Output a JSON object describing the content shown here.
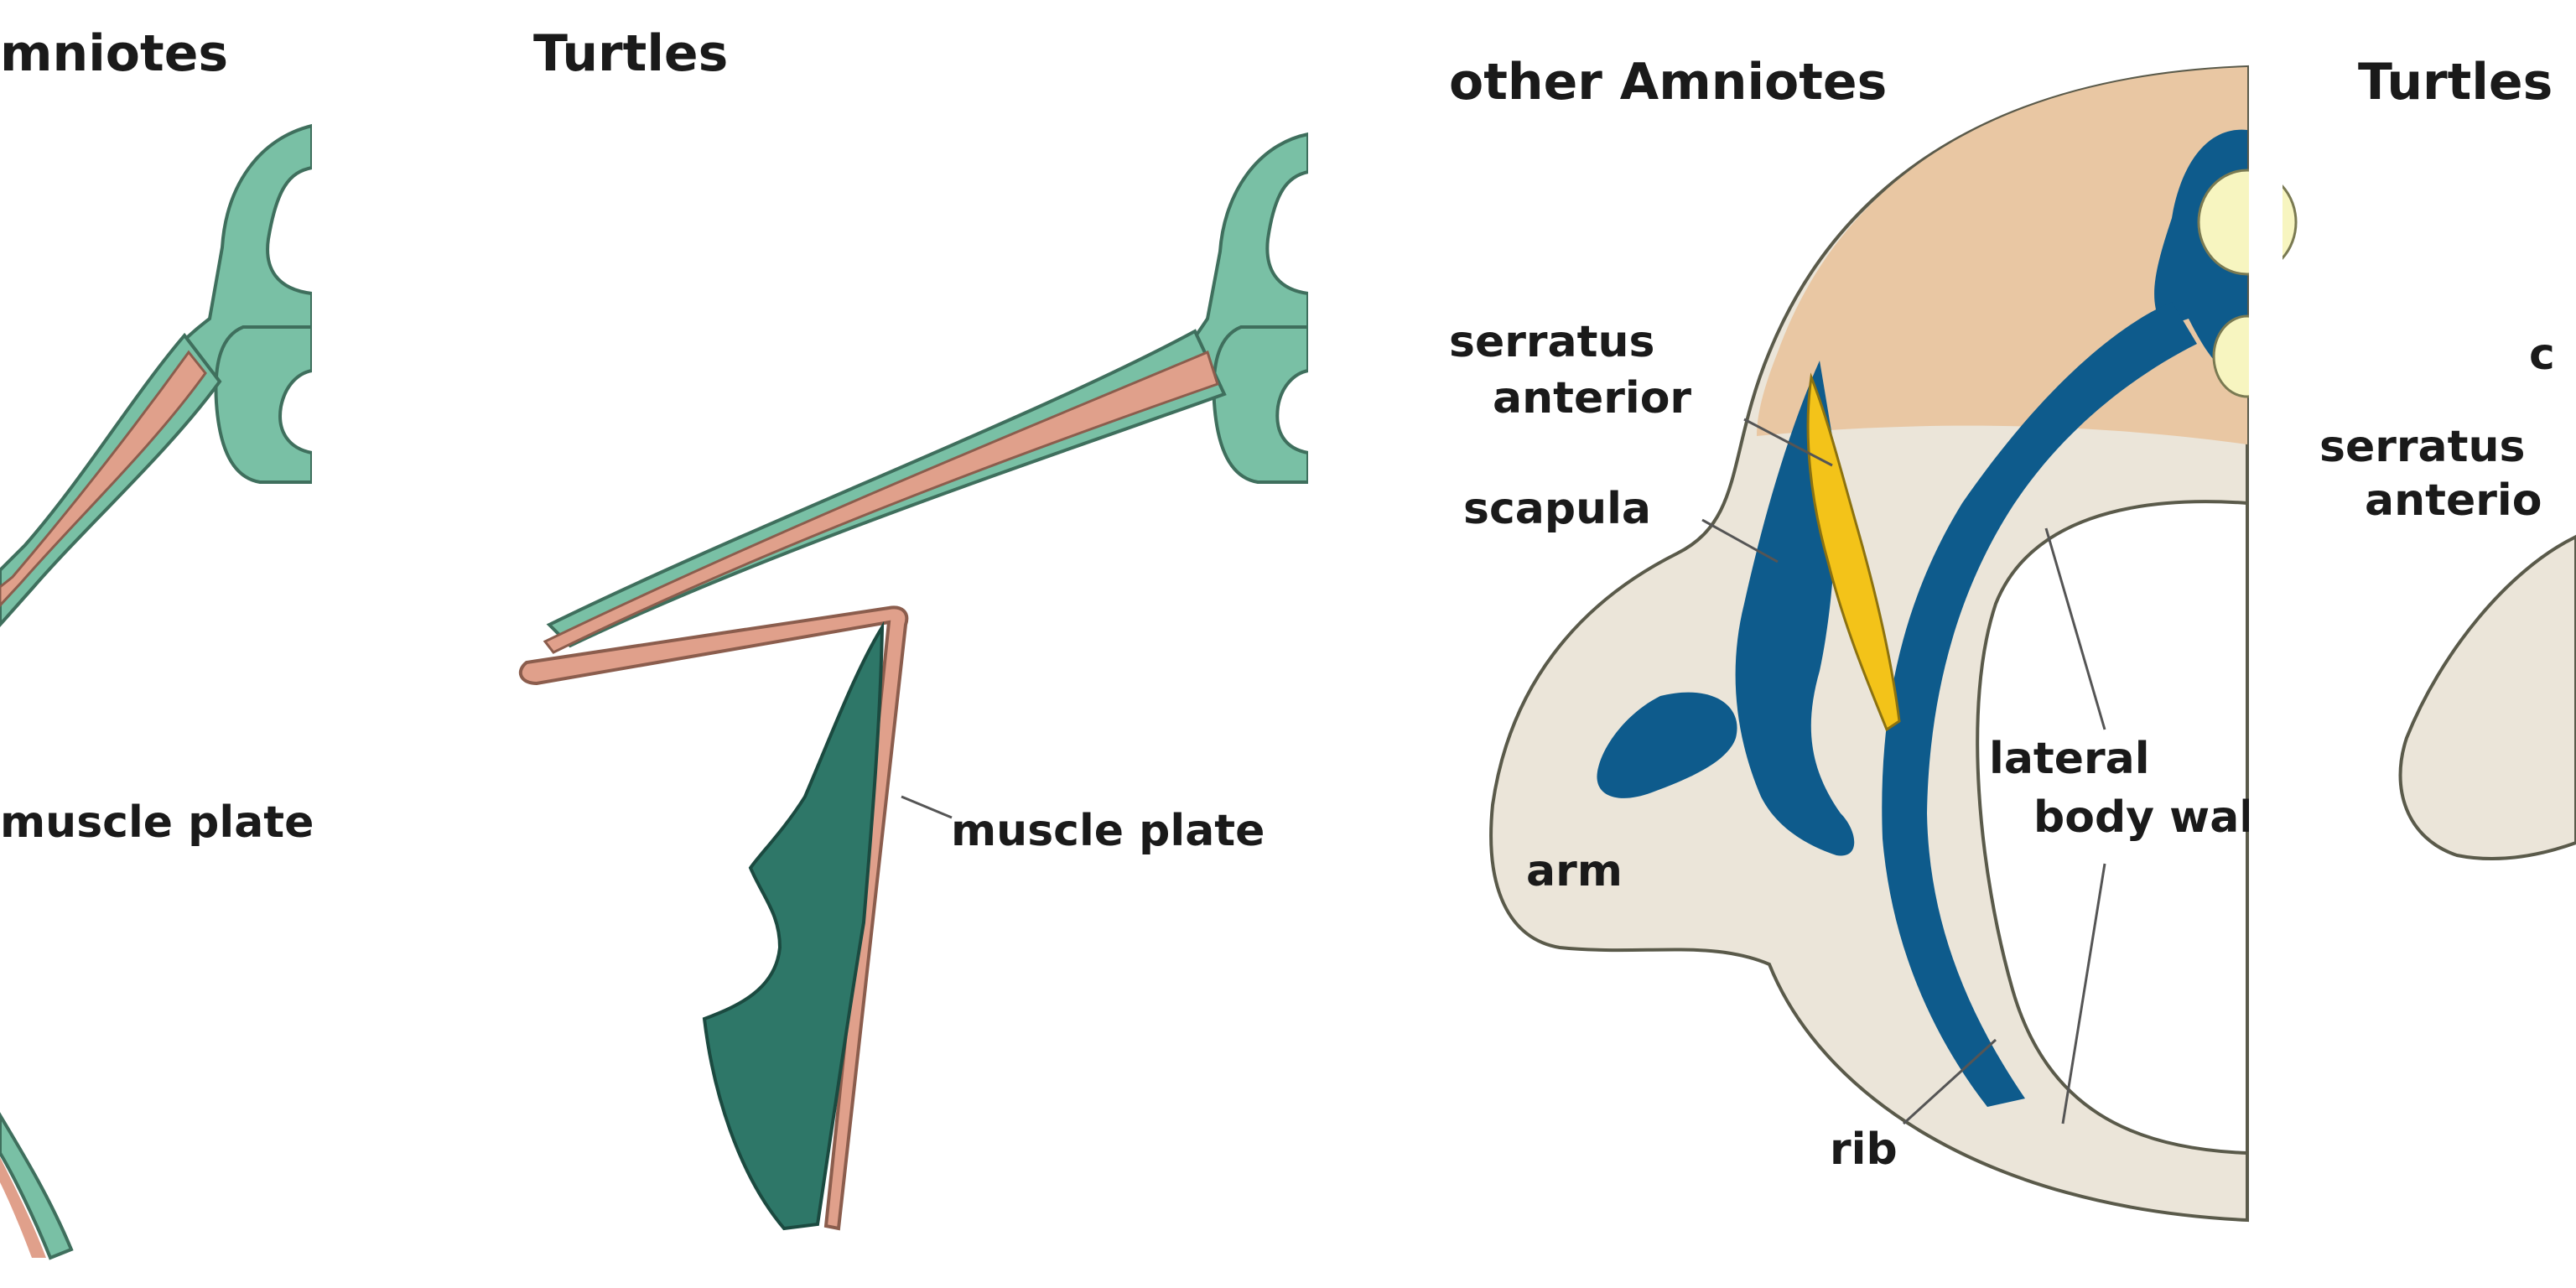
{
  "panels": [
    {
      "title": "mniotes",
      "labels": {
        "muscle_plate": "muscle plate"
      }
    },
    {
      "title": "Turtles",
      "labels": {
        "muscle_plate": "muscle plate"
      }
    },
    {
      "title": "other Amniotes",
      "labels": {
        "serratus_anterior_line1": "serratus",
        "serratus_anterior_line2": "anterior",
        "scapula": "scapula",
        "arm": "arm",
        "lateral_body_wall_line1": "lateral",
        "lateral_body_wall_line2": "body wall",
        "rib": "rib"
      }
    },
    {
      "title": "Turtles",
      "labels": {
        "carapace_partial": "c",
        "serratus_anterior_line1": "serratus",
        "serratus_anterior_line2": "anterio"
      }
    }
  ],
  "colors": {
    "skeleton_light": "#79c0a5",
    "muscle_plate": "#e0a08b",
    "muscle_dark": "#2e7768",
    "body_tan": "#e9c7a3",
    "body_light": "#ebe5d9",
    "bone_blue": "#0e5b8c",
    "serratus_yellow": "#f3c319",
    "cord_yellow": "#f7f5c0",
    "outline": "#5a5a4a"
  }
}
